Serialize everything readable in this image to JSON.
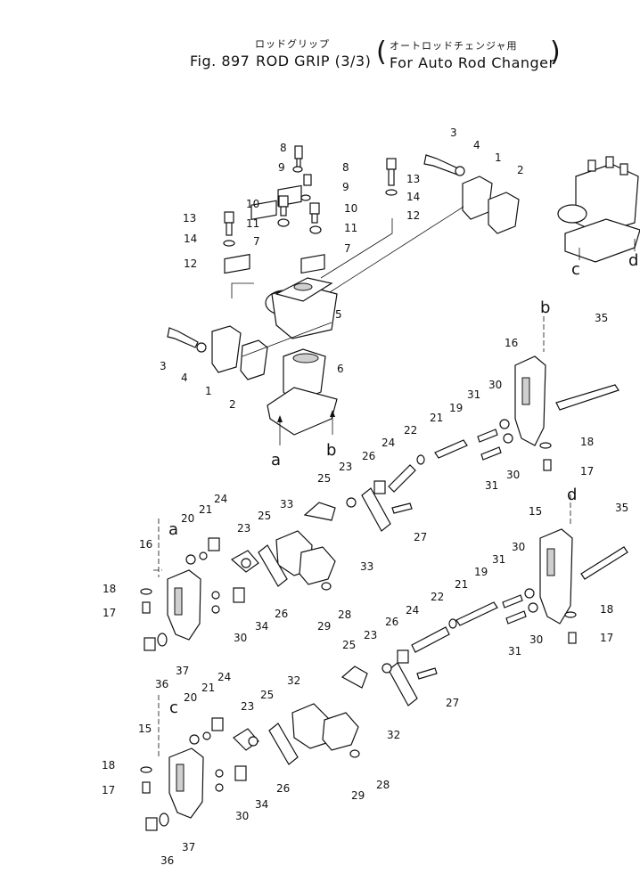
{
  "title": {
    "jp_main": "ロッドグリップ",
    "fig": "Fig. 897",
    "name": "ROD GRIP (3/3)",
    "jp_sub": "オートロッドチェンジャ用",
    "sub": "For Auto Rod Changer"
  },
  "letters": {
    "a": "a",
    "b": "b",
    "c": "c",
    "d": "d"
  },
  "callouts": {
    "n1": "1",
    "n2": "2",
    "n3": "3",
    "n4": "4",
    "n5": "5",
    "n6": "6",
    "n7": "7",
    "n8": "8",
    "n9": "9",
    "n10": "10",
    "n11": "11",
    "n12": "12",
    "n13": "13",
    "n14": "14",
    "n15": "15",
    "n16": "16",
    "n17": "17",
    "n18": "18",
    "n19": "19",
    "n20": "20",
    "n21": "21",
    "n22": "22",
    "n23": "23",
    "n24": "24",
    "n25": "25",
    "n26": "26",
    "n27": "27",
    "n28": "28",
    "n29": "29",
    "n30": "30",
    "n31": "31",
    "n32": "32",
    "n33": "33",
    "n34": "34",
    "n35": "35",
    "n36": "36",
    "n37": "37"
  }
}
